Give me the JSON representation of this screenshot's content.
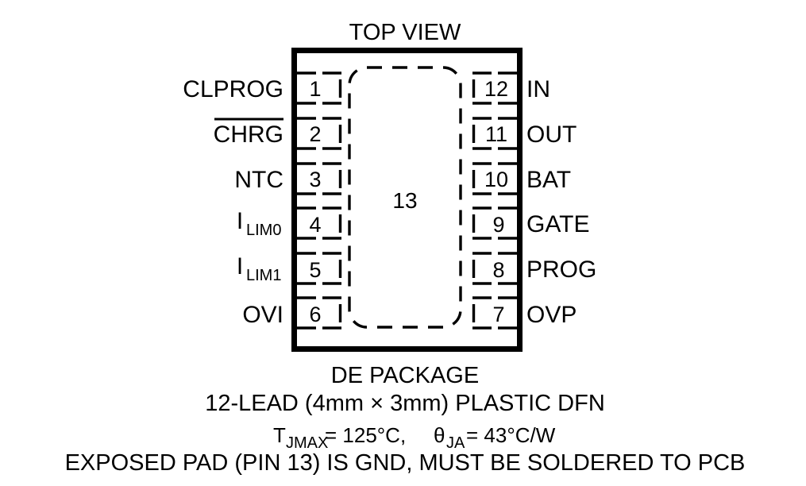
{
  "diagram": {
    "top_label": "TOP VIEW",
    "exposed_pad_number": "13",
    "pins_left": [
      {
        "number": "1",
        "label": "CLPROG",
        "overline": false
      },
      {
        "number": "2",
        "label": "CHRG",
        "overline": true
      },
      {
        "number": "3",
        "label": "NTC",
        "overline": false
      },
      {
        "number": "4",
        "label": "I",
        "subscript": "LIM0",
        "overline": false
      },
      {
        "number": "5",
        "label": "I",
        "subscript": "LIM1",
        "overline": false
      },
      {
        "number": "6",
        "label": "OVI",
        "overline": false
      }
    ],
    "pins_right": [
      {
        "number": "12",
        "label": "IN"
      },
      {
        "number": "11",
        "label": "OUT"
      },
      {
        "number": "10",
        "label": "BAT"
      },
      {
        "number": "9",
        "label": "GATE"
      },
      {
        "number": "8",
        "label": "PROG"
      },
      {
        "number": "7",
        "label": "OVP"
      }
    ],
    "caption": {
      "line1": "DE PACKAGE",
      "line2": "12-LEAD (4mm × 3mm) PLASTIC DFN",
      "thermal": {
        "tj_symbol": "T",
        "tj_subscript": "JMAX",
        "tj_value": " = 125°C, ",
        "theta_symbol": "θ",
        "theta_subscript": "JA",
        "theta_value": " = 43°C/W"
      },
      "line4": "EXPOSED PAD (PIN 13) IS GND, MUST BE SOLDERED TO PCB"
    },
    "colors": {
      "ink": "#000000",
      "background": "#ffffff"
    }
  }
}
